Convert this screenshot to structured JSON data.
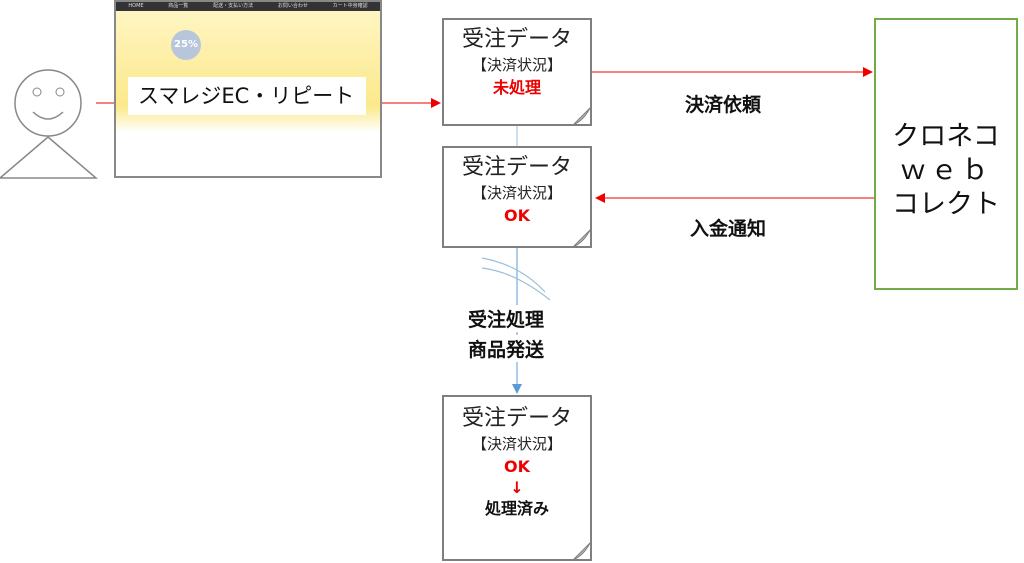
{
  "website": {
    "label": "スマレジEC・リピート",
    "nav": [
      "HOME",
      "商品一覧",
      "配送・支払い方法",
      "お問い合わせ",
      "カート中身確認"
    ],
    "badge": "25%"
  },
  "docs": [
    {
      "title": "受注データ",
      "status_label": "【決済状況】",
      "status": "未処理"
    },
    {
      "title": "受注データ",
      "status_label": "【決済状況】",
      "status": "OK"
    },
    {
      "title": "受注データ",
      "status_label": "【決済状況】",
      "status": "OK",
      "arrow": "↓",
      "final": "処理済み"
    }
  ],
  "arrows": {
    "request": "決済依頼",
    "notify": "入金通知",
    "process_line1": "受注処理",
    "process_line2": "商品発送"
  },
  "kuroneko": {
    "line1": "クロネコ",
    "line2": "ｗｅｂ",
    "line3": "コレクト"
  },
  "colors": {
    "red": "#e00000",
    "blue": "#5b9bd5",
    "green": "#70ad47"
  }
}
